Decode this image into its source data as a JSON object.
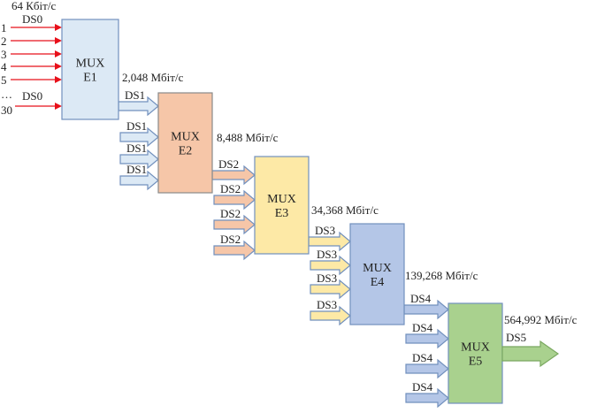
{
  "input": {
    "rate": "64 Кбіт/с",
    "signal_top": "DS0",
    "signal_bottom": "DS0",
    "channels": [
      "1",
      "2",
      "3",
      "4",
      "5",
      "…",
      "30"
    ],
    "arrow_color": "#e8101a"
  },
  "stages": [
    {
      "mux": "MUX",
      "name": "E1",
      "fill": "#dce9f5",
      "stroke": "#7190bd"
    },
    {
      "mux": "MUX",
      "name": "E2",
      "fill": "#f6c6a8",
      "stroke": "#8a8a8a"
    },
    {
      "mux": "MUX",
      "name": "E3",
      "fill": "#fde9a6",
      "stroke": "#7190bd"
    },
    {
      "mux": "MUX",
      "name": "E4",
      "fill": "#b4c6e7",
      "stroke": "#7190bd"
    },
    {
      "mux": "MUX",
      "name": "E5",
      "fill": "#a9d18e",
      "stroke": "#7190bd"
    }
  ],
  "links": [
    {
      "rate": "2,048 Мбіт/с",
      "signals": [
        "DS1",
        "DS1",
        "DS1",
        "DS1"
      ],
      "fill": "#dce9f5",
      "stroke": "#7190bd"
    },
    {
      "rate": "8,488 Мбіт/с",
      "signals": [
        "DS2",
        "DS2",
        "DS2",
        "DS2"
      ],
      "fill": "#f6c6a8",
      "stroke": "#7190bd"
    },
    {
      "rate": "34,368 Мбіт/с",
      "signals": [
        "DS3",
        "DS3",
        "DS3",
        "DS3"
      ],
      "fill": "#fde9a6",
      "stroke": "#7190bd"
    },
    {
      "rate": "139,268 Мбіт/с",
      "signals": [
        "DS4",
        "DS4",
        "DS4",
        "DS4"
      ],
      "fill": "#b4c6e7",
      "stroke": "#7190bd"
    }
  ],
  "output": {
    "rate": "564,992 Мбіт/с",
    "signal": "DS5",
    "fill": "#a9d18e",
    "stroke": "#7aa860"
  }
}
